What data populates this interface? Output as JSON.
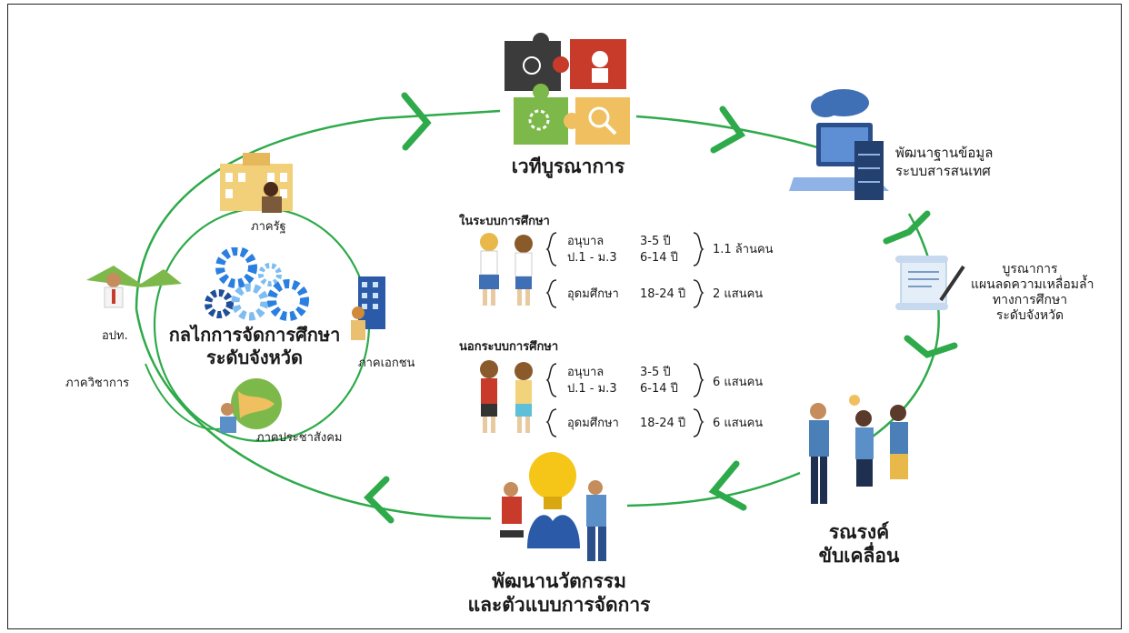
{
  "nodes": {
    "top": "เวทีบูรณาการ",
    "database": [
      "พัฒนาฐานข้อมูล",
      "ระบบสารสนเทศ"
    ],
    "plan": [
      "บูรณาการ",
      "แผนลดความเหลื่อมล้ำ",
      "ทางการศึกษา",
      "ระดับจังหวัด"
    ],
    "campaign": [
      "รณรงค์",
      "ขับเคลื่อน"
    ],
    "innovation": [
      "พัฒนานวัตกรรม",
      "และตัวแบบการจัดการ"
    ]
  },
  "mechanism": {
    "title": [
      "กลไกการจัดการศึกษา",
      "ระดับจังหวัด"
    ],
    "government": "ภาครัฐ",
    "private": "ภาคเอกชน",
    "civil": "ภาคประชาสังคม",
    "local": "อปท.",
    "academic": "ภาควิชาการ"
  },
  "in_school": {
    "title": "ในระบบการศึกษา",
    "rows": [
      {
        "level": "อนุบาล",
        "age": "3-5 ปี"
      },
      {
        "level": "ป.1 - ม.3",
        "age": "6-14 ปี"
      }
    ],
    "total1": "1.1 ล้านคน",
    "higher": {
      "level": "อุดมศึกษา",
      "age": "18-24 ปี"
    },
    "total2": "2 แสนคน"
  },
  "out_school": {
    "title": "นอกระบบการศึกษา",
    "rows": [
      {
        "level": "อนุบาล",
        "age": "3-5 ปี"
      },
      {
        "level": "ป.1 - ม.3",
        "age": "6-14 ปี"
      }
    ],
    "total1": "6 แสนคน",
    "higher": {
      "level": "อุดมศึกษา",
      "age": "18-24 ปี"
    },
    "total2": "6 แสนคน"
  },
  "colors": {
    "cycle": "#2eaa4a",
    "text": "#1a1a1a",
    "accent_red": "#c83a2a"
  }
}
